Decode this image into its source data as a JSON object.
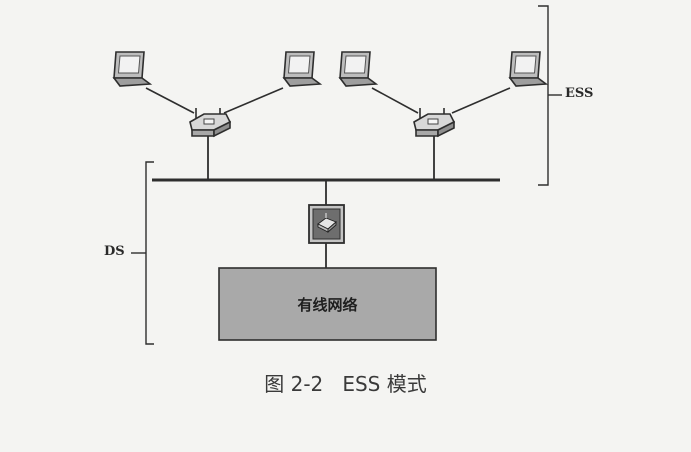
{
  "labels": {
    "ess": "ESS",
    "ds": "DS",
    "wired_network": "有线网络"
  },
  "caption": "图 2-2   ESS 模式",
  "colors": {
    "line": "#2e2e2e",
    "network_box": "#a9a9a9",
    "device_fill": "#c8c8c8",
    "background": "#f4f4f2"
  }
}
